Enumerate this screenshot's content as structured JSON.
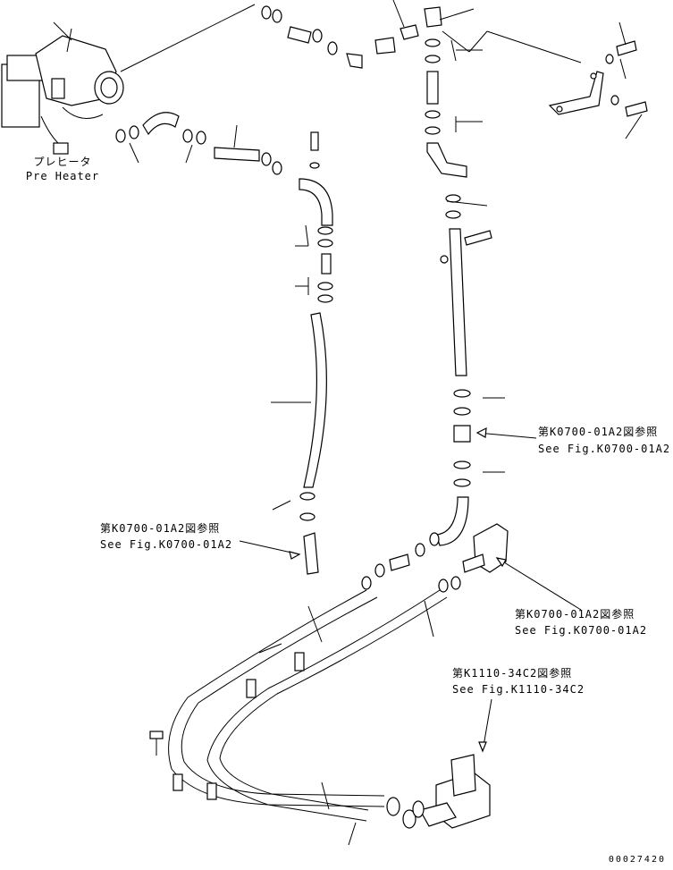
{
  "labels": {
    "preheater_jp": "プレヒータ",
    "preheater_en": "Pre Heater",
    "ref1_jp": "第K0700-01A2図参照",
    "ref1_en": "See Fig.K0700-01A2",
    "ref2_jp": "第K0700-01A2図参照",
    "ref2_en": "See Fig.K0700-01A2",
    "ref3_jp": "第K0700-01A2図参照",
    "ref3_en": "See Fig.K0700-01A2",
    "ref4_jp": "第K1110-34C2図参照",
    "ref4_en": "See Fig.K1110-34C2"
  },
  "document_number": "00027420"
}
